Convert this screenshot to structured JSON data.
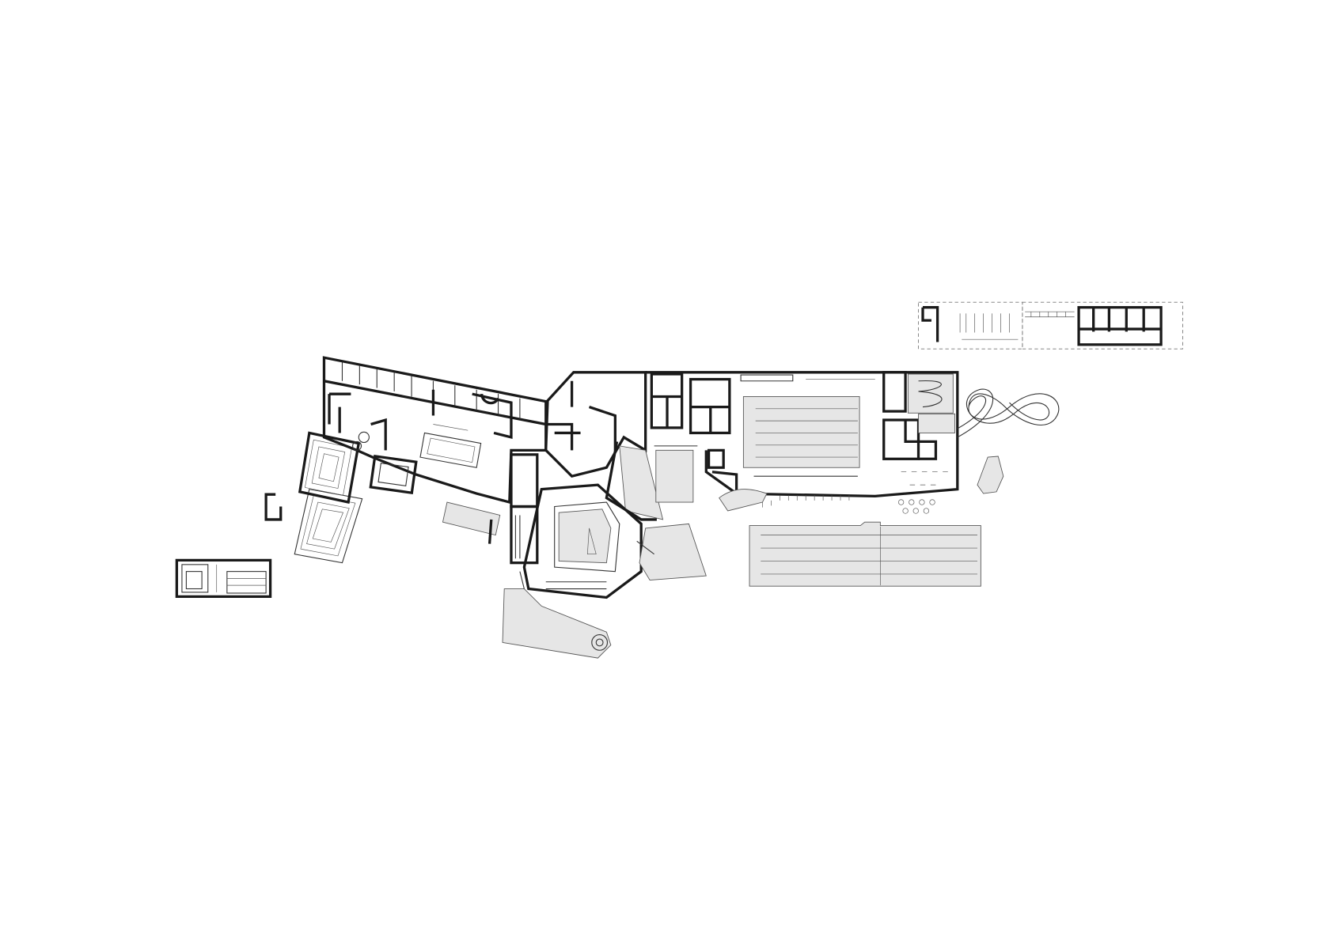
{
  "drawing": {
    "type": "architectural floor plan",
    "colors": {
      "background": "#ffffff",
      "walls": "#1a1a1a",
      "water_fill": "#e6e6e6",
      "lines": "#555555"
    },
    "elements": [
      "main-building",
      "indoor-lap-pool",
      "outdoor-lap-pool",
      "central-pool",
      "stepped-pool",
      "slide",
      "annex",
      "outbuilding"
    ]
  }
}
